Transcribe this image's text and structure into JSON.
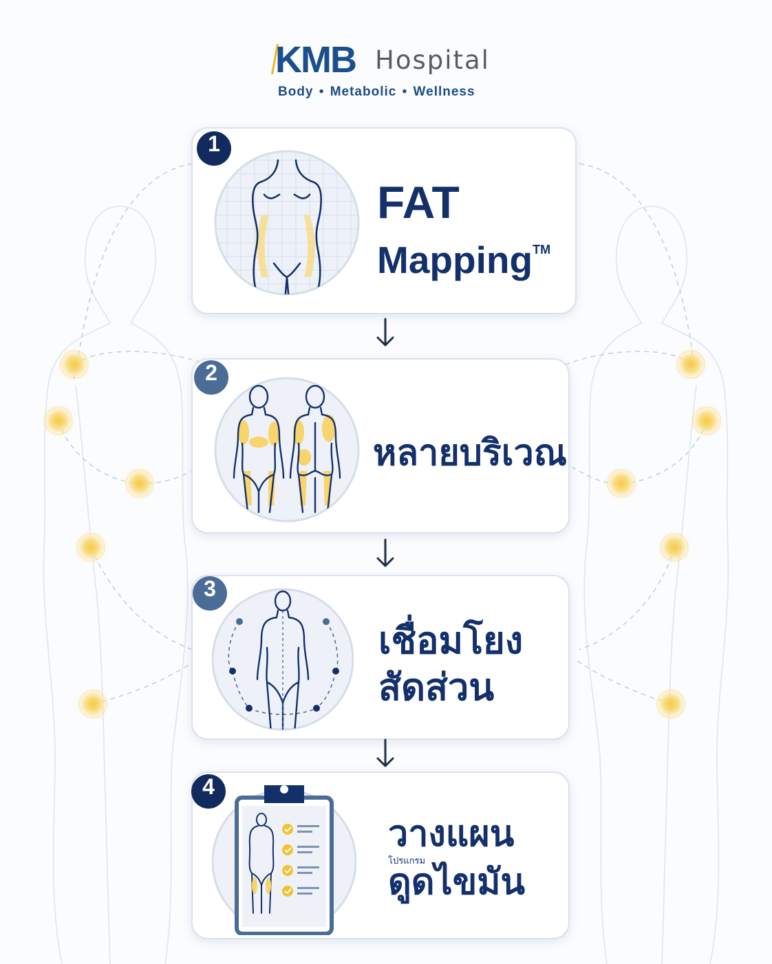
{
  "brand": {
    "name": "KMB",
    "suffix": "Hospital",
    "tagline": "Body • Metabolic • Wellness",
    "colors": {
      "primary": "#1a4e8c",
      "navy": "#13306b",
      "accent": "#f2c230",
      "gray": "#5b5b5f"
    }
  },
  "steps": [
    {
      "number": "1",
      "title_line1": "FAT",
      "title_line2": "Mapping",
      "trademark": "TM",
      "icon": "body-fat-grid-icon",
      "badge_color": "#122a5e"
    },
    {
      "number": "2",
      "title": "หลายบริเวณ",
      "icon": "front-back-body-icon",
      "badge_color": "#4a6c97"
    },
    {
      "number": "3",
      "title_line1": "เชื่อมโยง",
      "title_line2": "สัดส่วน",
      "icon": "body-connections-icon",
      "badge_color": "#4a6c97"
    },
    {
      "number": "4",
      "title_line1": "วางแผน",
      "small_label": "โปรแกรม",
      "title_line2": "ดูดไขมัน",
      "icon": "clipboard-plan-icon",
      "badge_color": "#122a5e"
    }
  ],
  "connector_icon": "down-arrow-icon"
}
